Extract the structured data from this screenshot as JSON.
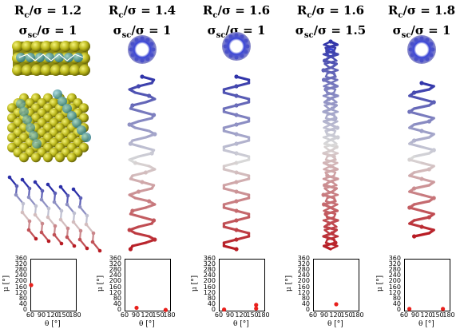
{
  "panels": [
    {
      "title": {
        "R": "R",
        "Rsub": "c",
        "Rrest": "/σ = 1.2",
        "S": "σ",
        "Ssub": "sc",
        "Srest": "/σ = 1"
      },
      "points": [
        [
          60,
          180
        ]
      ]
    },
    {
      "title": {
        "R": "R",
        "Rsub": "c",
        "Rrest": "/σ = 1.4",
        "S": "σ",
        "Ssub": "sc",
        "Srest": "/σ = 1"
      },
      "points": [
        [
          90,
          20
        ],
        [
          168,
          5
        ]
      ]
    },
    {
      "title": {
        "R": "R",
        "Rsub": "c",
        "Rrest": "/σ = 1.6",
        "S": "σ",
        "Ssub": "sc",
        "Srest": "/σ = 1"
      },
      "points": [
        [
          72,
          8
        ],
        [
          158,
          40
        ],
        [
          158,
          15
        ]
      ]
    },
    {
      "title": {
        "R": "R",
        "Rsub": "c",
        "Rrest": "/σ = 1.6",
        "S": "σ",
        "Ssub": "sc",
        "Srest": "/σ = 1.5"
      },
      "points": [
        [
          120,
          45
        ]
      ]
    },
    {
      "title": {
        "R": "R",
        "Rsub": "c",
        "Rrest": "/σ = 1.8",
        "S": "σ",
        "Ssub": "sc",
        "Srest": "/σ = 1"
      },
      "points": [
        [
          72,
          12
        ],
        [
          162,
          12
        ]
      ]
    }
  ],
  "axes": {
    "xlabel": "θ [°]",
    "ylabel": "μ [°]",
    "xticks": [
      "60",
      "90",
      "120",
      "150",
      "180"
    ],
    "yticks": [
      "0",
      "40",
      "80",
      "120",
      "160",
      "200",
      "240",
      "280",
      "320",
      "360"
    ],
    "xlim": [
      60,
      180
    ],
    "ylim": [
      0,
      360
    ]
  },
  "chart_data": [
    {
      "type": "scatter",
      "xlabel": "θ [°]",
      "ylabel": "μ [°]",
      "xlim": [
        60,
        180
      ],
      "ylim": [
        0,
        360
      ],
      "x": [
        60
      ],
      "y": [
        180
      ]
    },
    {
      "type": "scatter",
      "xlabel": "θ [°]",
      "ylabel": "μ [°]",
      "xlim": [
        60,
        180
      ],
      "ylim": [
        0,
        360
      ],
      "x": [
        90,
        168
      ],
      "y": [
        20,
        5
      ]
    },
    {
      "type": "scatter",
      "xlabel": "θ [°]",
      "ylabel": "μ [°]",
      "xlim": [
        60,
        180
      ],
      "ylim": [
        0,
        360
      ],
      "x": [
        72,
        158,
        158
      ],
      "y": [
        8,
        40,
        15
      ]
    },
    {
      "type": "scatter",
      "xlabel": "θ [°]",
      "ylabel": "μ [°]",
      "xlim": [
        60,
        180
      ],
      "ylim": [
        0,
        360
      ],
      "x": [
        120
      ],
      "y": [
        45
      ]
    },
    {
      "type": "scatter",
      "xlabel": "θ [°]",
      "ylabel": "μ [°]",
      "xlim": [
        60,
        180
      ],
      "ylim": [
        0,
        360
      ],
      "x": [
        72,
        162
      ],
      "y": [
        12,
        12
      ]
    }
  ],
  "colors": {
    "point": "#e8201c",
    "chain_top": "#2b2fa8",
    "chain_bottom": "#b81c24"
  }
}
